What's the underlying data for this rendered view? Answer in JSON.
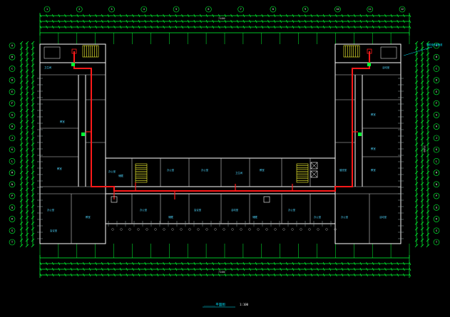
{
  "drawing": {
    "title": "______平面图",
    "scale": "1:100",
    "colors": {
      "background": "#000000",
      "walls": "#ffffff",
      "dimensions": "#00ff33",
      "pipe": "#ff1a1a",
      "room_labels": "#4fd6ff",
      "stairs": "#ffff33",
      "title": "#00e5ff"
    }
  },
  "dimension_labels": {
    "top_total": "74400",
    "bottom_total": "74400",
    "right_total": "35400"
  },
  "grid_bubbles_left": [
    "A",
    "B",
    "C",
    "D",
    "E",
    "F",
    "G",
    "H",
    "J",
    "K",
    "L",
    "M",
    "N",
    "P",
    "Q",
    "R",
    "S",
    "T"
  ],
  "grid_bubbles_right": [
    "A",
    "B",
    "C",
    "D",
    "E",
    "F",
    "G",
    "H",
    "J",
    "K",
    "L",
    "M",
    "N",
    "P",
    "Q",
    "R",
    "S",
    "T"
  ],
  "grid_bubbles_top": [
    "1",
    "2",
    "3",
    "4",
    "5",
    "6",
    "7",
    "8",
    "9",
    "10",
    "11",
    "12"
  ],
  "rooms": [
    {
      "label": "教室"
    },
    {
      "label": "教室"
    },
    {
      "label": "卫生间"
    },
    {
      "label": "办公室"
    },
    {
      "label": "会议室"
    },
    {
      "label": "教室"
    },
    {
      "label": "办公室"
    },
    {
      "label": "储藏"
    },
    {
      "label": "办公室"
    },
    {
      "label": "办公室"
    },
    {
      "label": "卫生间"
    },
    {
      "label": "教室"
    },
    {
      "label": "教室"
    },
    {
      "label": "教室"
    },
    {
      "label": "值班室"
    },
    {
      "label": "教室"
    },
    {
      "label": "办公室"
    },
    {
      "label": "会议室"
    },
    {
      "label": "活动室"
    },
    {
      "label": "办公室"
    },
    {
      "label": "储藏"
    },
    {
      "label": "储藏"
    },
    {
      "label": "办公室"
    },
    {
      "label": "办公室"
    },
    {
      "label": "活动室"
    },
    {
      "label": "活动室"
    }
  ],
  "annotation_right": "消防栓系统管道"
}
